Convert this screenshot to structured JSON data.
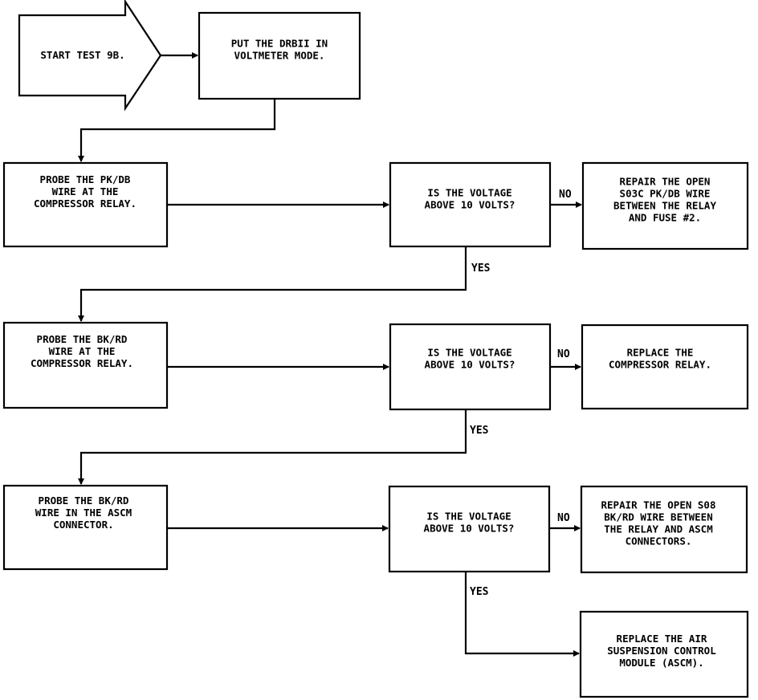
{
  "start": {
    "lines": [
      "START TEST 9B."
    ]
  },
  "boxes": {
    "put_dbm": {
      "lines": [
        "PUT THE DRBII IN",
        "VOLTMETER MODE."
      ]
    },
    "probe1": {
      "lines": [
        "PROBE THE PK/DB",
        "WIRE AT THE",
        "COMPRESSOR RELAY."
      ]
    },
    "q1": {
      "lines": [
        "IS THE VOLTAGE",
        "ABOVE 10 VOLTS?"
      ]
    },
    "repair1": {
      "lines": [
        "REPAIR THE OPEN",
        "S03C PK/DB WIRE",
        "BETWEEN THE RELAY",
        "AND FUSE #2."
      ]
    },
    "probe2": {
      "lines": [
        "PROBE THE BK/RD",
        "WIRE AT THE",
        "COMPRESSOR RELAY."
      ]
    },
    "q2": {
      "lines": [
        "IS THE VOLTAGE",
        "ABOVE 10 VOLTS?"
      ]
    },
    "replace_relay": {
      "lines": [
        "REPLACE THE",
        "COMPRESSOR RELAY."
      ]
    },
    "probe3": {
      "lines": [
        "PROBE THE BK/RD",
        "WIRE IN THE ASCM",
        "CONNECTOR."
      ]
    },
    "q3": {
      "lines": [
        "IS THE VOLTAGE",
        "ABOVE 10 VOLTS?"
      ]
    },
    "repair3": {
      "lines": [
        "REPAIR THE OPEN S08",
        "BK/RD WIRE BETWEEN",
        "THE RELAY AND ASCM",
        "CONNECTORS."
      ]
    },
    "replace_ascm": {
      "lines": [
        "REPLACE THE AIR",
        "SUSPENSION CONTROL",
        "MODULE (ASCM)."
      ]
    }
  },
  "labels": {
    "no1": "NO",
    "yes1": "YES",
    "no2": "NO",
    "yes2": "YES",
    "no3": "NO",
    "yes3": "YES"
  }
}
